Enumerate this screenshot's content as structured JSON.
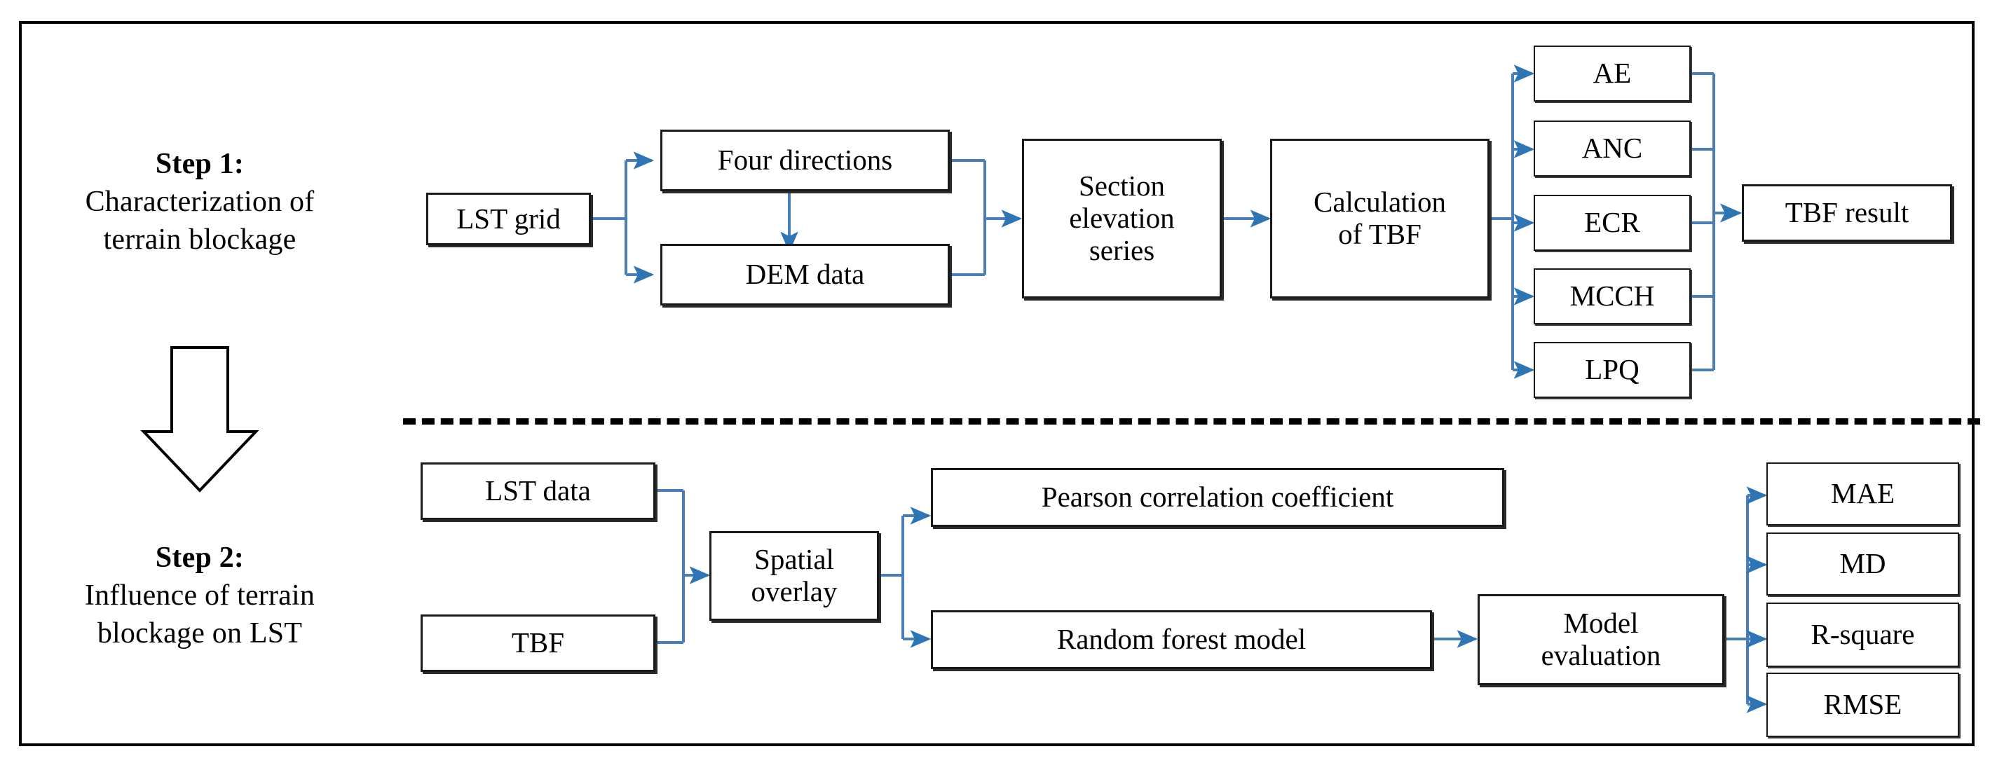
{
  "figure": {
    "type": "flowchart",
    "title": "Methodology flowchart: terrain blockage characterization and its influence on LST",
    "accent_color": "#4472C4",
    "line_color": "#000000",
    "background": "#ffffff"
  },
  "steps": [
    {
      "id": "step1",
      "title": "Step 1:",
      "description": "Characterization of\nterrain blockage"
    },
    {
      "id": "step2",
      "title": "Step 2:",
      "description": "Influence of terrain\nblockage on LST"
    }
  ],
  "step1_nodes": {
    "lst_grid": "LST grid",
    "four_directions": "Four directions",
    "dem_data": "DEM data",
    "section_elevation_series": "Section\nelevation\nseries",
    "calculation_of_tbf": "Calculation\nof TBF",
    "tbf_result": "TBF result",
    "indices": [
      "AE",
      "ANC",
      "ECR",
      "MCCH",
      "LPQ"
    ]
  },
  "step2_nodes": {
    "lst_data": "LST data",
    "tbf": "TBF",
    "spatial_overlay": "Spatial\noverlay",
    "pearson": "Pearson correlation coefficient",
    "random_forest": "Random forest model",
    "model_evaluation": "Model\nevaluation",
    "metrics": [
      "MAE",
      "MD",
      "R-square",
      "RMSE"
    ]
  },
  "connectors": {
    "lst_grid_to_four_directions": "arrow",
    "lst_grid_to_dem_data": "arrow",
    "four_directions_dem_bidirectional": "double-arrow",
    "directions_dem_to_section": "arrow",
    "section_to_calculation": "arrow",
    "calculation_to_indices": "arrow-fan",
    "indices_to_tbf_result": "arrow",
    "step1_to_step2": "big-down-arrow",
    "lst_data_tbf_to_overlay": "arrow",
    "overlay_to_pearson": "arrow",
    "overlay_to_random_forest": "arrow",
    "random_forest_to_model_evaluation": "arrow",
    "model_evaluation_to_metrics": "arrow-fan"
  }
}
